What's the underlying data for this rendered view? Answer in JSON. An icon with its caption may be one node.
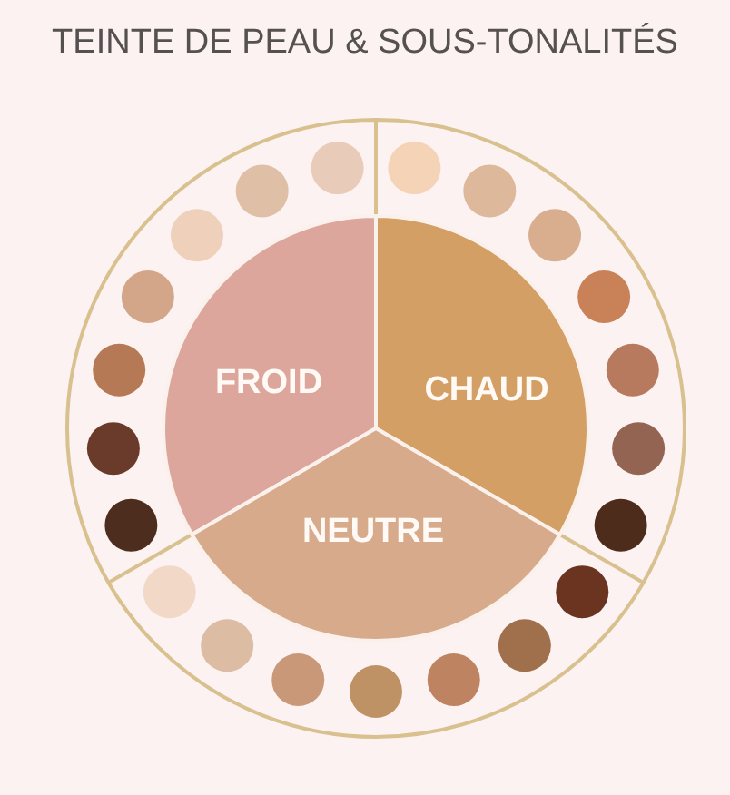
{
  "diagram": {
    "title": "TEINTE DE PEAU & SOUS-TONALITÉS",
    "nodes": [
      {
        "text": [
          "FROID"
        ]
      },
      {
        "text": [
          "CHAUD"
        ]
      },
      {
        "text": [
          "NEUTRE"
        ]
      }
    ]
  }
}
